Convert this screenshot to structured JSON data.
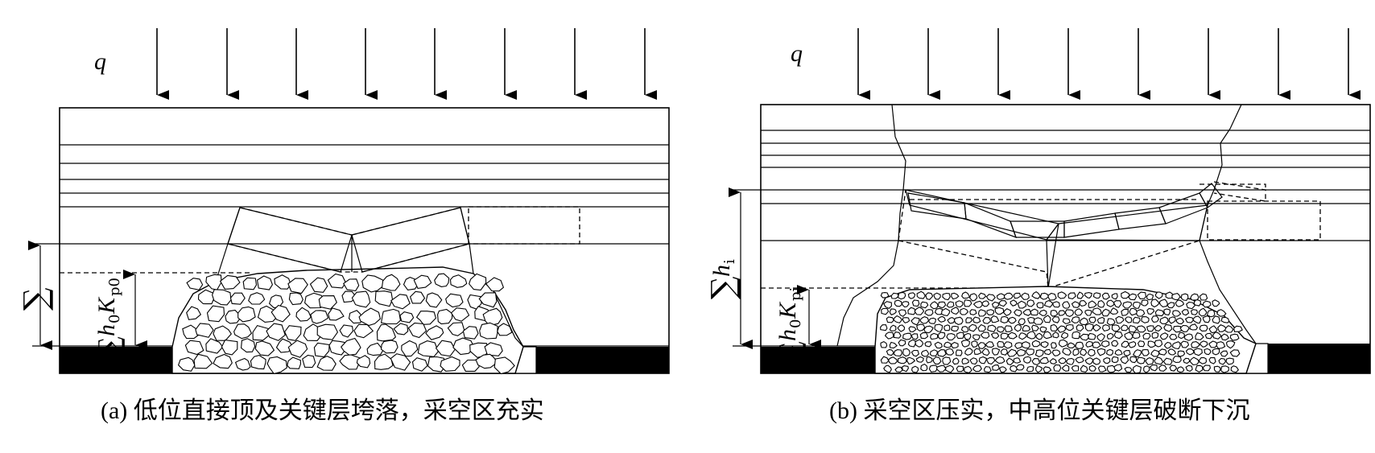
{
  "panel_a": {
    "load_label": "q",
    "sum_sym": "∑",
    "h0_label": "h",
    "h0_sub": "0",
    "hk_h": "h",
    "hk_sub0": "0",
    "hk_K": "K",
    "hk_subp0": "p0",
    "caption": "(a) 低位直接顶及关键层垮落，采空区充实"
  },
  "panel_b": {
    "load_label": "q",
    "sum_sym": "∑",
    "hi_label": "h",
    "hi_sub": "i",
    "hk_h": "h",
    "hk_sub0": "0",
    "hk_K": "K",
    "hk_subpi": "pi",
    "caption": "(b) 采空区压实，中高位关键层破断下沉"
  },
  "icons": [
    "down-arrow-icon"
  ]
}
